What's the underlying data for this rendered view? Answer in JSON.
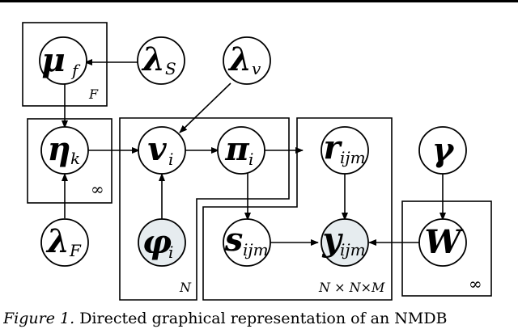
{
  "nodes": {
    "mu_f": {
      "symbol": "μ",
      "sub": "f",
      "observed": false
    },
    "lambda_S": {
      "symbol": "λ",
      "sub": "S",
      "observed": false
    },
    "lambda_v": {
      "symbol": "λ",
      "sub": "v",
      "observed": false
    },
    "eta_k": {
      "symbol": "η",
      "sub": "k",
      "observed": false
    },
    "v_i": {
      "symbol": "v",
      "sub": "i",
      "observed": false
    },
    "pi_i": {
      "symbol": "π",
      "sub": "i",
      "observed": false
    },
    "r_ijm": {
      "symbol": "r",
      "sub": "ijm",
      "observed": false
    },
    "gamma": {
      "symbol": "γ",
      "sub": "",
      "observed": false
    },
    "lambda_F": {
      "symbol": "λ",
      "sub": "F",
      "observed": false
    },
    "phi_i": {
      "symbol": "φ",
      "sub": "i",
      "observed": true
    },
    "s_ijm": {
      "symbol": "s",
      "sub": "ijm",
      "observed": false
    },
    "y_ijm": {
      "symbol": "y",
      "sub": "ijm",
      "observed": true
    },
    "W": {
      "symbol": "W",
      "sub": "",
      "observed": false
    }
  },
  "plates": {
    "F": "F",
    "inf_eta": "∞",
    "N": "N",
    "NNM": "N × N×M",
    "inf_w": "∞"
  },
  "caption": {
    "label": "Figure 1.",
    "text": "Directed graphical representation of an NMDB"
  },
  "colors": {
    "observed_fill": "#e6ecef",
    "stroke": "#000000"
  }
}
